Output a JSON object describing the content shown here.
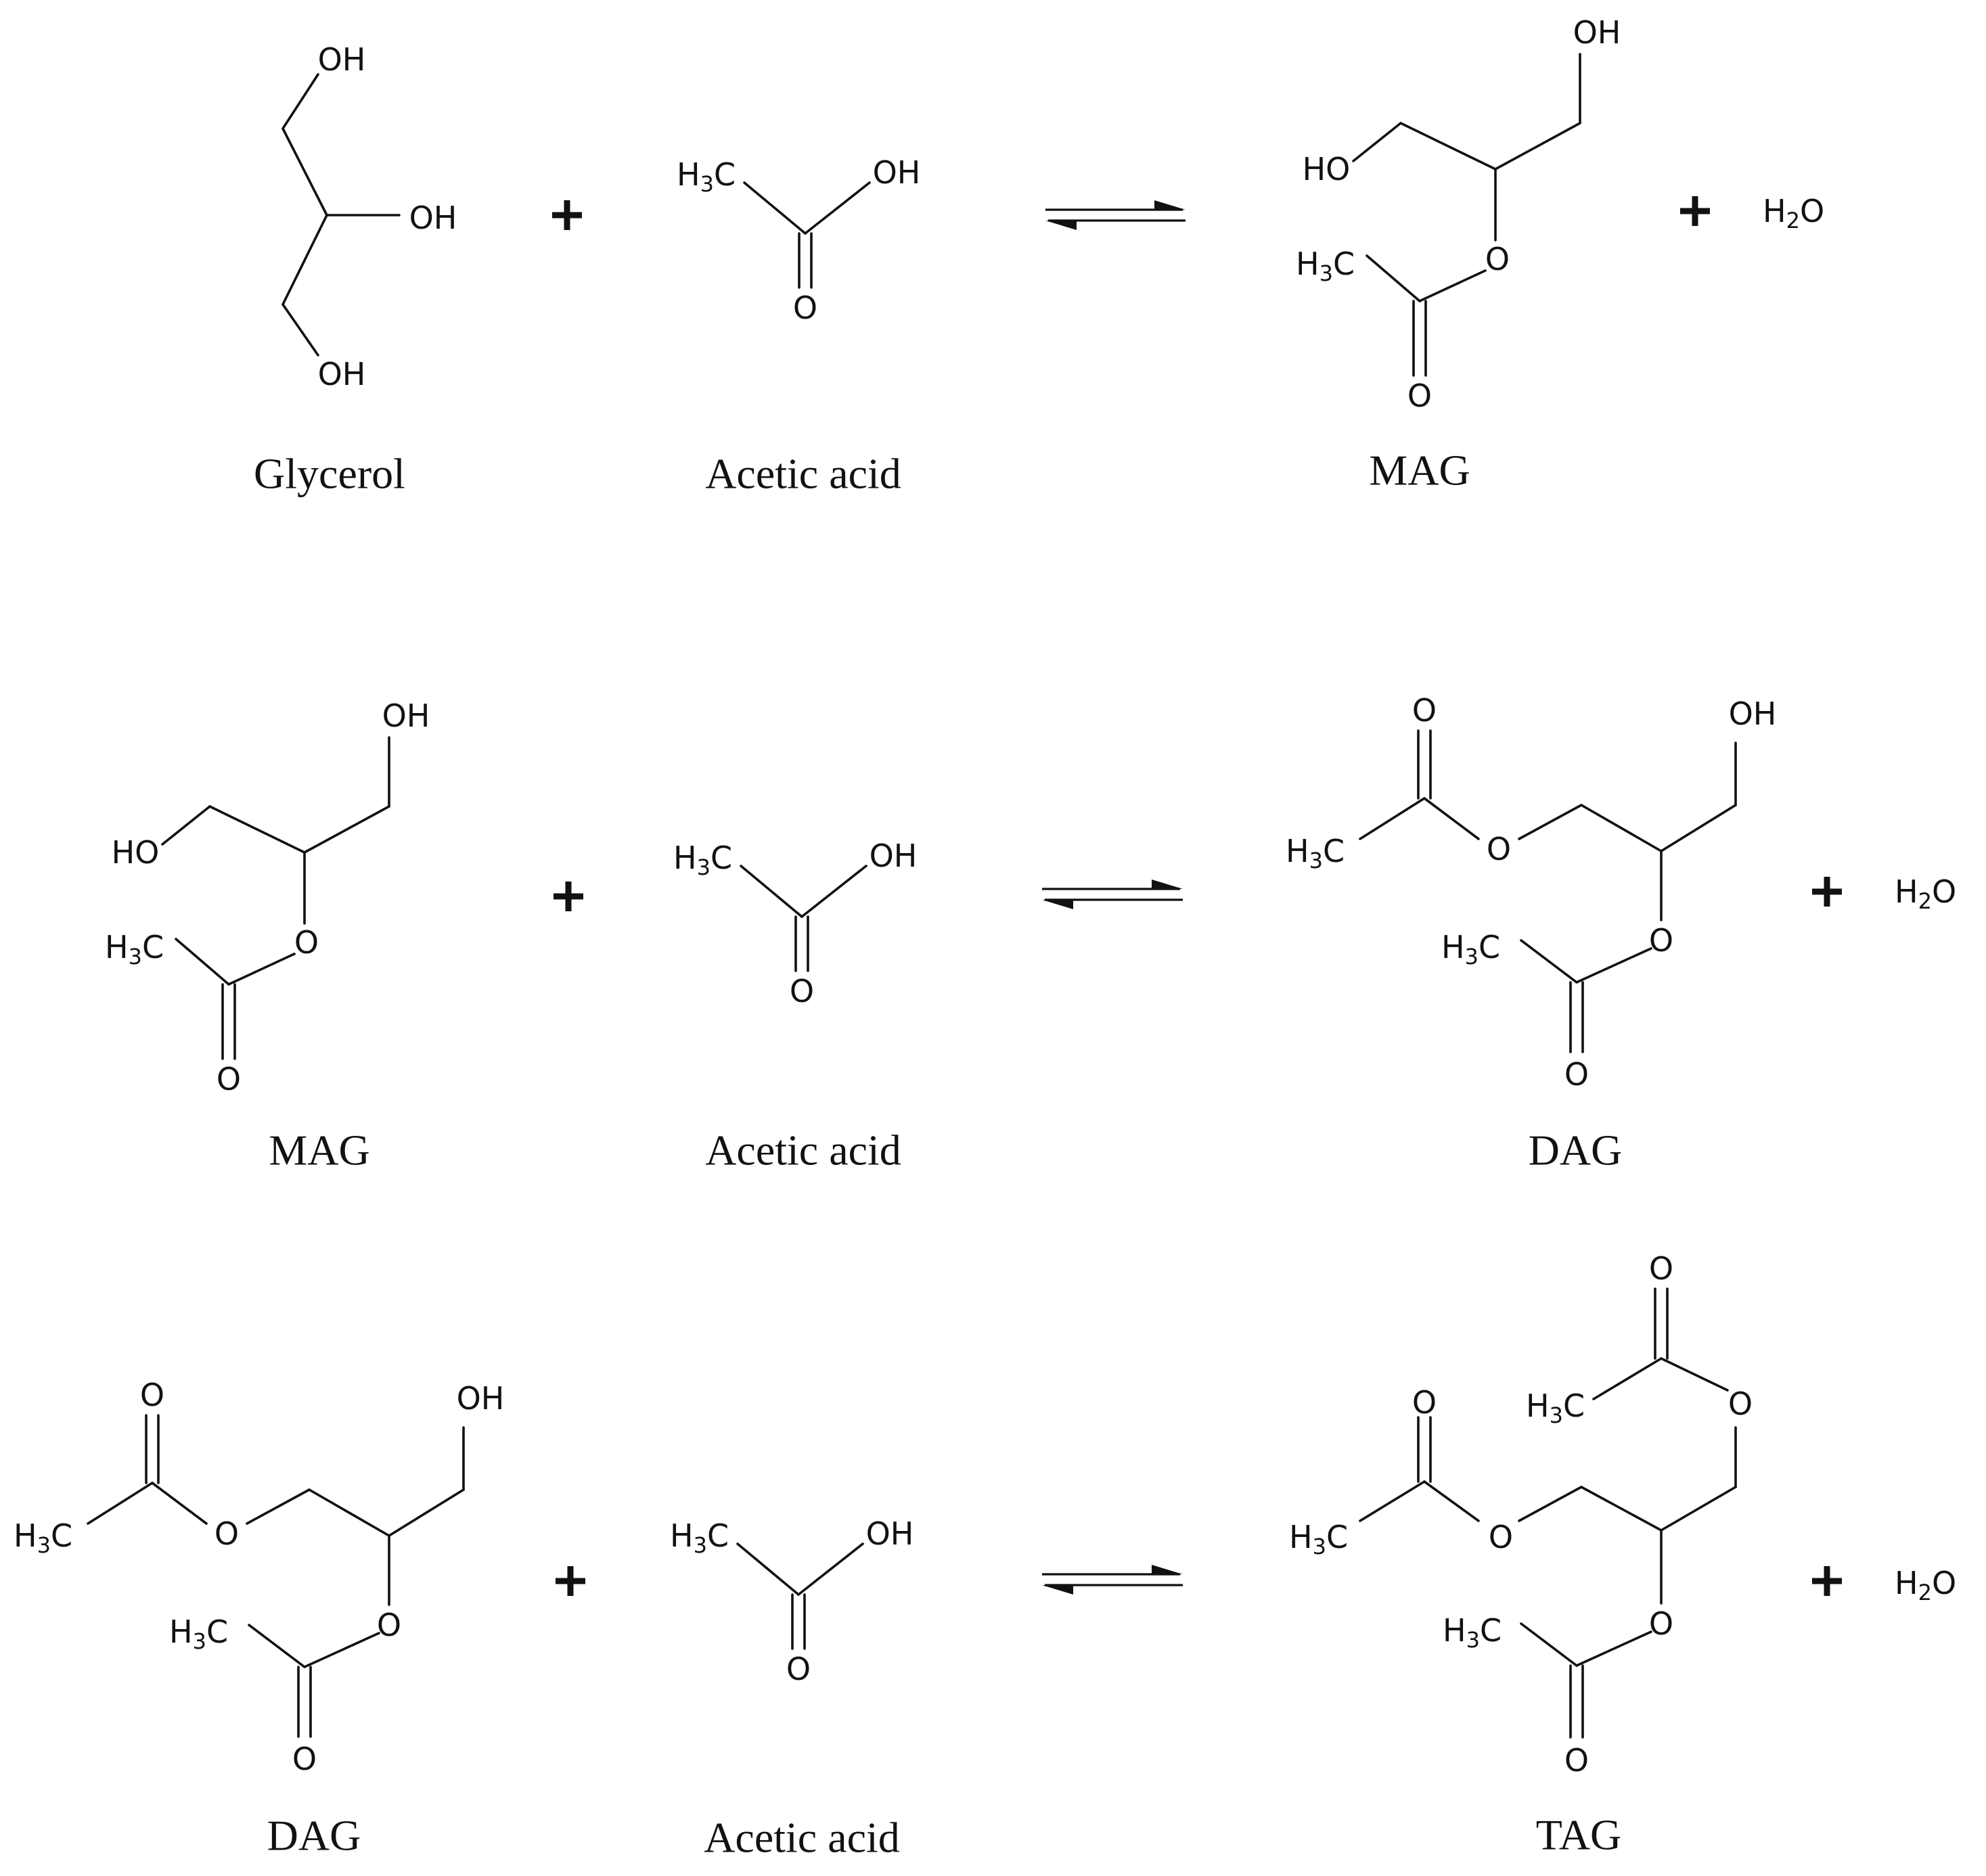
{
  "reactions": [
    {
      "reactants": [
        "Glycerol",
        "Acetic acid"
      ],
      "product": "MAG",
      "byproduct": {
        "base": "H",
        "sub": "2",
        "tail": "O"
      }
    },
    {
      "reactants": [
        "MAG",
        "Acetic acid"
      ],
      "product": "DAG",
      "byproduct": {
        "base": "H",
        "sub": "2",
        "tail": "O"
      }
    },
    {
      "reactants": [
        "DAG",
        "Acetic acid"
      ],
      "product": "TAG",
      "byproduct": {
        "base": "H",
        "sub": "2",
        "tail": "O"
      }
    }
  ],
  "atoms": {
    "OH": "OH",
    "HO": "HO",
    "O": "O",
    "methyl_base": "H",
    "methyl_sub": "3",
    "methyl_tail": "C"
  },
  "symbols": {
    "plus": "plus-sign",
    "equilibrium": "equilibrium-arrow"
  },
  "colors": {
    "ink": "#111111",
    "background": "#ffffff"
  }
}
